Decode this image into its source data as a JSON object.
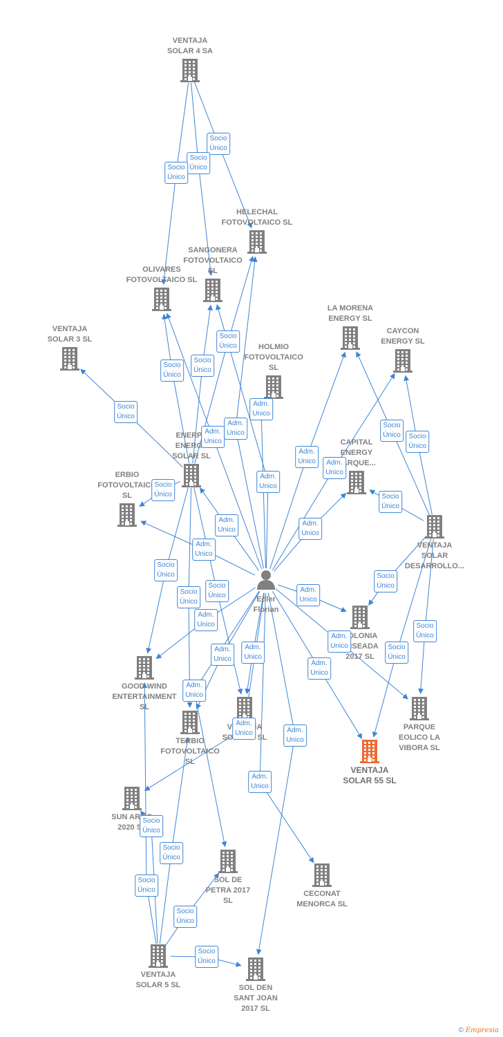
{
  "colors": {
    "edge": "#3d85d6",
    "building": "#808080",
    "focus": "#f06a35",
    "person": "#808080"
  },
  "footer": {
    "copyright": "©",
    "brand": "Empresia"
  },
  "nodes": [
    {
      "id": "vs4",
      "label": "VENTAJA\nSOLAR 4 SA",
      "label_pos": "above",
      "icon": "building-icon"
    },
    {
      "id": "helechal",
      "label": "HELECHAL\nFOTOVOLTAICO SL",
      "label_pos": "above",
      "icon": "building-icon"
    },
    {
      "id": "sangonera",
      "label": "SANGONERA\nFOTOVOLTAICO\nSL",
      "label_pos": "above",
      "icon": "building-icon"
    },
    {
      "id": "olivares",
      "label": "OLIVARES\nFOTOVOLTAICO SL",
      "label_pos": "above",
      "icon": "building-icon"
    },
    {
      "id": "vs3",
      "label": "VENTAJA\nSOLAR 3 SL",
      "label_pos": "above",
      "icon": "building-icon"
    },
    {
      "id": "holmio",
      "label": "HOLMIO\nFOTOVOLTAICO\nSL",
      "label_pos": "above",
      "icon": "building-icon"
    },
    {
      "id": "lamorena",
      "label": "LA MORENA\nENERGY SL",
      "label_pos": "above",
      "icon": "building-icon"
    },
    {
      "id": "caycon",
      "label": "CAYCON\nENERGY SL",
      "label_pos": "above",
      "icon": "building-icon"
    },
    {
      "id": "capital",
      "label": "CAPITAL\nENERGY\nPARQUE...",
      "label_pos": "above",
      "icon": "building-icon"
    },
    {
      "id": "enerpa",
      "label": "ENERPA\nENERGY\nSOLAR SL",
      "label_pos": "above",
      "icon": "building-icon"
    },
    {
      "id": "erbio",
      "label": "ERBIO\nFOTOVOLTAICO\nSL",
      "label_pos": "above",
      "icon": "building-icon"
    },
    {
      "id": "vsdes",
      "label": "VENTAJA\nSOLAR\nDESARROLLO...",
      "label_pos": "below",
      "icon": "building-icon"
    },
    {
      "id": "colonia",
      "label": "COLONIA\nENSEADA\n2017 SL",
      "label_pos": "below",
      "icon": "building-icon"
    },
    {
      "id": "goodwind",
      "label": "GOOD WIND\nENTERTAINMENT\nSL",
      "label_pos": "below",
      "icon": "building-icon"
    },
    {
      "id": "terbio",
      "label": "TERBIO\nFOTOVOLTAICO\nSL",
      "label_pos": "below",
      "icon": "building-icon"
    },
    {
      "id": "vs7",
      "label": "VENTAJA\nSOLAR 7 SL",
      "label_pos": "below",
      "icon": "building-icon"
    },
    {
      "id": "parque",
      "label": "PARQUE\nEOLICO LA\nVIBORA SL",
      "label_pos": "below",
      "icon": "building-icon"
    },
    {
      "id": "vs55",
      "label": "VENTAJA\nSOLAR 55 SL",
      "label_pos": "below",
      "icon": "building-icon",
      "focus": true
    },
    {
      "id": "sunarmo",
      "label": "SUN ARMO\n2020 SL",
      "label_pos": "below",
      "icon": "building-icon"
    },
    {
      "id": "soldepetra",
      "label": "SOL DE\nPETRA 2017\nSL",
      "label_pos": "below",
      "icon": "building-icon"
    },
    {
      "id": "ceconat",
      "label": "CECONAT\nMENORCA SL",
      "label_pos": "below",
      "icon": "building-icon"
    },
    {
      "id": "vs5",
      "label": "VENTAJA\nSOLAR 5 SL",
      "label_pos": "below",
      "icon": "building-icon"
    },
    {
      "id": "soldensant",
      "label": "SOL DEN\nSANT JOAN\n2017 SL",
      "label_pos": "below",
      "icon": "building-icon"
    },
    {
      "id": "edler",
      "label": "Edler\nFlorian",
      "label_pos": "below",
      "icon": "person-icon"
    }
  ],
  "edges": [
    {
      "from": "vs4",
      "to": "helechal",
      "label": "Socio\nÚnico"
    },
    {
      "from": "vs4",
      "to": "sangonera",
      "label": "Socio\nÚnico"
    },
    {
      "from": "vs4",
      "to": "olivares",
      "label": "Socio\nÚnico"
    },
    {
      "from": "enerpa",
      "to": "vs3",
      "label": "Socio\nÚnico"
    },
    {
      "from": "enerpa",
      "to": "helechal",
      "label": "Socio\nÚnico"
    },
    {
      "from": "enerpa",
      "to": "sangonera",
      "label": "Socio\nÚnico"
    },
    {
      "from": "enerpa",
      "to": "olivares",
      "label": "Socio\nÚnico"
    },
    {
      "from": "enerpa",
      "to": "erbio",
      "label": "Socio\nÚnico"
    },
    {
      "from": "enerpa",
      "to": "goodwind",
      "label": "Socio\nÚnico"
    },
    {
      "from": "enerpa",
      "to": "terbio",
      "label": "Socio\nÚnico"
    },
    {
      "from": "enerpa",
      "to": "vs7",
      "label": "Socio\nÚnico"
    },
    {
      "from": "edler",
      "to": "olivares",
      "label": "Adm.\nUnico"
    },
    {
      "from": "edler",
      "to": "holmio",
      "label": "Adm.\nUnico"
    },
    {
      "from": "edler",
      "to": "helechal",
      "label": "Adm.\nUnico"
    },
    {
      "from": "edler",
      "to": "sangonera",
      "label": "Adm.\nUnico"
    },
    {
      "from": "edler",
      "to": "enerpa",
      "label": "Adm.\nUnico"
    },
    {
      "from": "edler",
      "to": "erbio",
      "label": "Adm.\nUnico"
    },
    {
      "from": "edler",
      "to": "lamorena",
      "label": "Adm.\nUnico"
    },
    {
      "from": "edler",
      "to": "caycon",
      "label": "Adm.\nUnico"
    },
    {
      "from": "edler",
      "to": "capital",
      "label": "Adm.\nUnico"
    },
    {
      "from": "edler",
      "to": "colonia",
      "label": "Adm.\nUnico"
    },
    {
      "from": "edler",
      "to": "parque",
      "label": "Adm.\nUnico"
    },
    {
      "from": "edler",
      "to": "vs55",
      "label": "Adm.\nUnico"
    },
    {
      "from": "edler",
      "to": "goodwind",
      "label": "Adm.\nUnico"
    },
    {
      "from": "edler",
      "to": "terbio",
      "label": "Adm.\nUnico"
    },
    {
      "from": "edler",
      "to": "vs7",
      "label": "Adm.\nUnico"
    },
    {
      "from": "edler",
      "to": "sunarmo",
      "label": "Adm.\nUnico"
    },
    {
      "from": "edler",
      "to": "soldepetra",
      "label": "Adm.\nUnico"
    },
    {
      "from": "edler",
      "to": "ceconat",
      "label": "Adm.\nUnico"
    },
    {
      "from": "edler",
      "to": "soldensant",
      "label": "Adm.\nUnico"
    },
    {
      "from": "vsdes",
      "to": "lamorena",
      "label": "Socio\nÚnico"
    },
    {
      "from": "vsdes",
      "to": "caycon",
      "label": "Socio\nÚnico"
    },
    {
      "from": "vsdes",
      "to": "capital",
      "label": "Socio\nÚnico"
    },
    {
      "from": "vsdes",
      "to": "colonia",
      "label": "Socio\nÚnico"
    },
    {
      "from": "vsdes",
      "to": "parque",
      "label": "Socio\nÚnico"
    },
    {
      "from": "vsdes",
      "to": "vs55",
      "label": "Socio\nÚnico"
    },
    {
      "from": "vs5",
      "to": "goodwind",
      "label": "Socio\nÚnico"
    },
    {
      "from": "vs5",
      "to": "terbio",
      "label": "Socio\nÚnico"
    },
    {
      "from": "vs5",
      "to": "sunarmo",
      "label": "Socio\nÚnico"
    },
    {
      "from": "vs5",
      "to": "soldepetra",
      "label": "Socio\nÚnico"
    },
    {
      "from": "vs5",
      "to": "soldensant",
      "label": "Socio\nÚnico"
    }
  ]
}
